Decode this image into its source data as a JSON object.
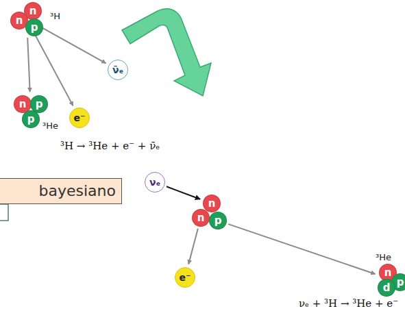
{
  "diagram": {
    "nodes": [
      {
        "text": [
          "³H"
        ]
      },
      {
        "text": [
          "n"
        ],
        "in": 0
      },
      {
        "text": [
          "n"
        ],
        "in": 0
      },
      {
        "text": [
          "p"
        ],
        "in": 0
      },
      {
        "text": [
          "ν̄ₑ"
        ]
      },
      {
        "text": [
          "³He"
        ]
      },
      {
        "text": [
          "n"
        ],
        "in": 5
      },
      {
        "text": [
          "p"
        ],
        "in": 5
      },
      {
        "text": [
          "p"
        ],
        "in": 5
      },
      {
        "text": [
          "e⁻"
        ]
      },
      {
        "text": [
          "bayesiano"
        ]
      },
      {
        "text": [
          "νₑ"
        ]
      },
      {
        "text": [
          "n"
        ]
      },
      {
        "text": [
          "n"
        ]
      },
      {
        "text": [
          "p"
        ]
      },
      {
        "text": [
          "e⁻"
        ]
      },
      {
        "text": [
          "³He"
        ]
      },
      {
        "text": [
          "n"
        ],
        "in": 16
      },
      {
        "text": [
          "p"
        ],
        "in": 16
      },
      {
        "text": [
          "d"
        ],
        "in": 16
      }
    ],
    "edges": [
      {
        "from": 0,
        "to": 4,
        "arrow": "to"
      },
      {
        "from": 0,
        "to": 9,
        "arrow": "to"
      },
      {
        "from": 0,
        "to": 5,
        "arrow": "to"
      },
      {
        "from": 11,
        "to": 12,
        "arrow": "to"
      },
      {
        "from": 13,
        "to": 15,
        "arrow": "to"
      },
      {
        "from": 14,
        "to": 16,
        "arrow": "to"
      }
    ],
    "labels": [
      "³H → ³He + e⁻ + ν̄ₑ",
      "νₑ + ³H → ³He + e⁻"
    ]
  }
}
